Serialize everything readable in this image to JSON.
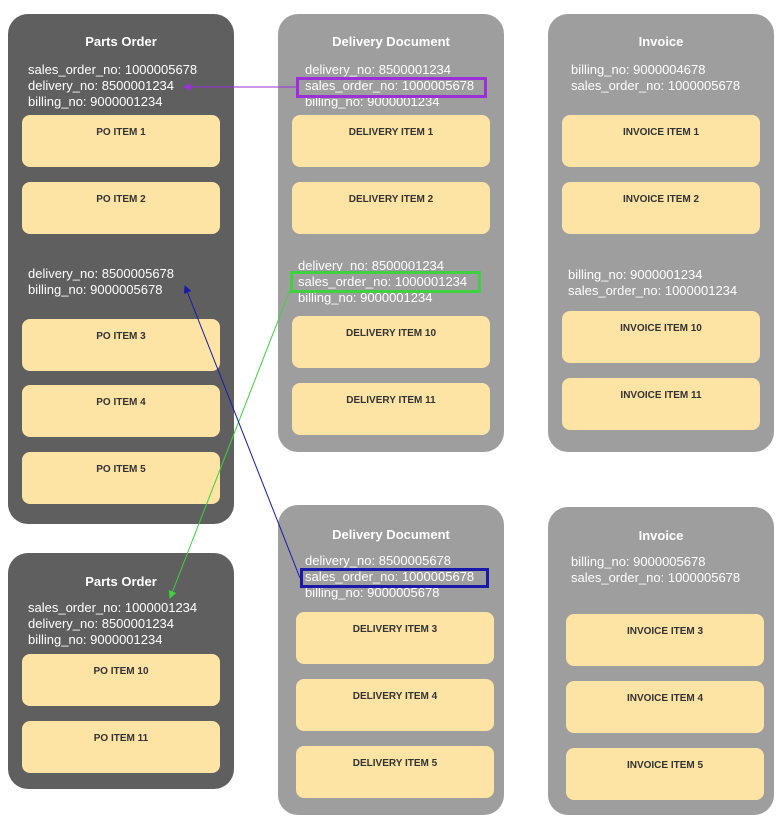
{
  "cards": {
    "po1": {
      "title": "Parts Order",
      "info": [
        "sales_order_no: 1000005678",
        "delivery_no: 8500001234",
        "billing_no: 9000001234"
      ],
      "info2": [
        "delivery_no: 8500005678",
        "billing_no: 9000005678"
      ],
      "items": [
        "PO ITEM 1",
        "PO ITEM 2",
        "PO ITEM 3",
        "PO ITEM 4",
        "PO ITEM 5"
      ]
    },
    "dd1": {
      "title": "Delivery Document",
      "info": [
        "delivery_no: 8500001234",
        "sales_order_no: 1000005678",
        "billing_no: 9000001234"
      ],
      "info2": [
        "delivery_no: 8500001234",
        "sales_order_no: 1000001234",
        "billing_no: 9000001234"
      ],
      "items": [
        "DELIVERY ITEM 1",
        "DELIVERY ITEM 2",
        "DELIVERY ITEM 10",
        "DELIVERY ITEM 11"
      ]
    },
    "inv1": {
      "title": "Invoice",
      "info": [
        "billing_no: 9000004678",
        "sales_order_no: 1000005678"
      ],
      "info2": [
        "billing_no: 9000001234",
        "sales_order_no: 1000001234"
      ],
      "items": [
        "INVOICE ITEM 1",
        "INVOICE ITEM 2",
        "INVOICE ITEM 10",
        "INVOICE ITEM 11"
      ]
    },
    "po2": {
      "title": "Parts Order",
      "info": [
        "sales_order_no: 1000001234",
        "delivery_no: 8500001234",
        "billing_no: 9000001234"
      ],
      "items": [
        "PO ITEM 10",
        "PO ITEM 11"
      ]
    },
    "dd2": {
      "title": "Delivery Document",
      "info": [
        "delivery_no: 8500005678",
        "sales_order_no: 1000005678",
        "billing_no: 9000005678"
      ],
      "items": [
        "DELIVERY ITEM 3",
        "DELIVERY ITEM 4",
        "DELIVERY ITEM 5"
      ]
    },
    "inv2": {
      "title": "Invoice",
      "info": [
        "billing_no: 9000005678",
        "sales_order_no: 1000005678"
      ],
      "items": [
        "INVOICE ITEM 3",
        "INVOICE ITEM 4",
        "INVOICE ITEM 5"
      ]
    }
  },
  "colors": {
    "dark_card": "#5f5f5f",
    "light_card": "#9e9e9e",
    "item": "#fde3a4",
    "purple": "#9b30d9",
    "green": "#3fd13f",
    "blue": "#1a1aa8"
  }
}
